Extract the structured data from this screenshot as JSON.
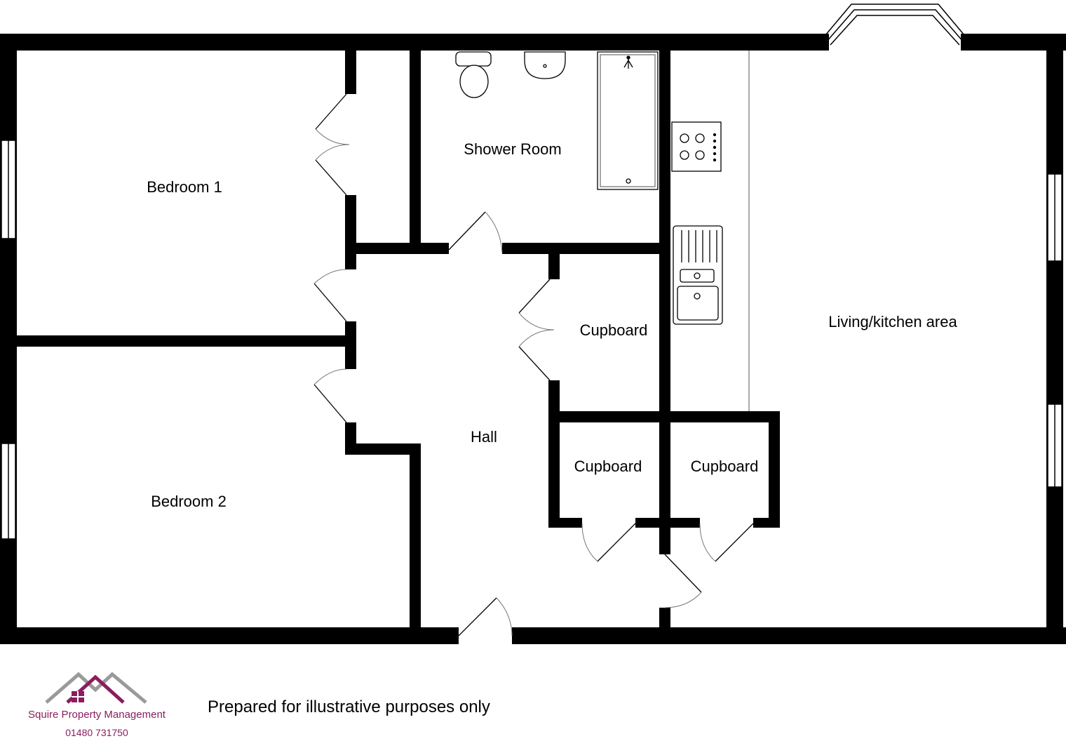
{
  "rooms": {
    "bedroom1": "Bedroom 1",
    "bedroom2": "Bedroom 2",
    "shower_room": "Shower Room",
    "hall": "Hall",
    "cupboard_upper": "Cupboard",
    "cupboard_left": "Cupboard",
    "cupboard_right": "Cupboard",
    "living_kitchen": "Living/kitchen area"
  },
  "footer": {
    "disclaimer": "Prepared for illustrative purposes only"
  },
  "brand": {
    "name": "Squire Property Management",
    "phone": "01480  731750",
    "colors": {
      "roof_grey": "#9a9a9a",
      "roof_accent": "#8b1d5e"
    }
  },
  "colors": {
    "wall": "#000000",
    "fixture": "#555555"
  }
}
